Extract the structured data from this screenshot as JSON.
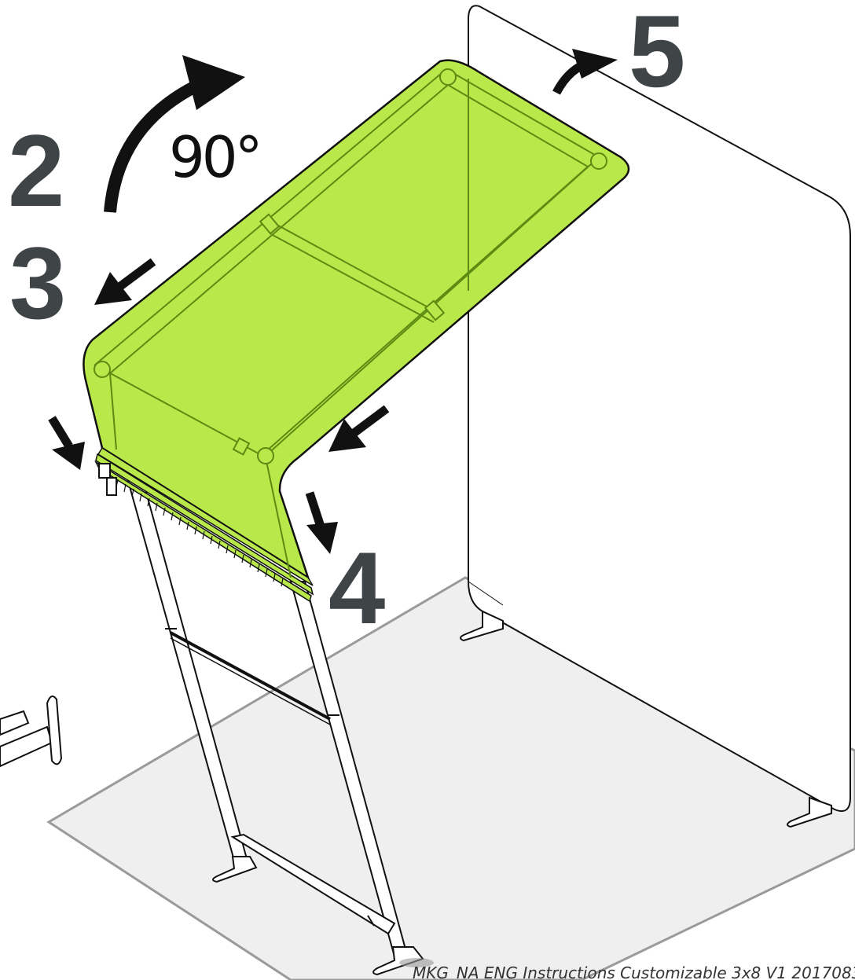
{
  "labels": {
    "step2": "2",
    "step3": "3",
    "step4": "4",
    "step5": "5",
    "angle": "90°"
  },
  "footer": {
    "text": "MKG_NA ENG Instructions Customizable 3x8 V1 2017083"
  },
  "colors": {
    "canopy_fill": "#b9e84a",
    "canopy_stroke": "#5c8a12",
    "floor_fill": "#efefef",
    "floor_stroke": "#9a9a9a",
    "number_fill": "#3f4447",
    "line": "#111111"
  }
}
